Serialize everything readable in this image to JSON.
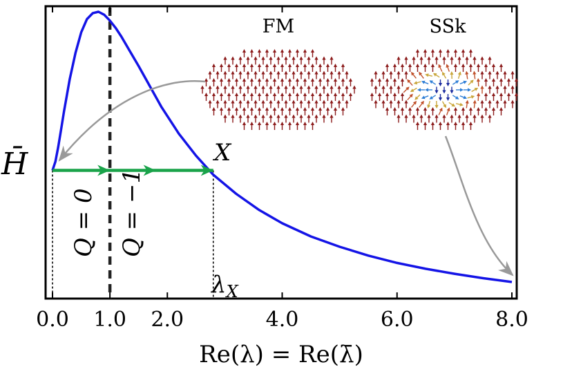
{
  "chart_data": {
    "type": "line",
    "title": "",
    "xlabel": "Re(λ) = Re(λ̄)",
    "ylabel": "H̄",
    "xlim": [
      -0.1,
      8.2
    ],
    "ylim": [
      0,
      1.0
    ],
    "xticks": [
      0.0,
      1.0,
      2.0,
      4.0,
      6.0,
      8.0
    ],
    "xtick_labels": [
      "0.0",
      "1.0",
      "2.0",
      "4.0",
      "6.0",
      "8.0"
    ],
    "grid": false,
    "legend": "none",
    "series": [
      {
        "color": "#1414e6",
        "x": [
          0.0,
          0.05,
          0.1,
          0.15,
          0.2,
          0.3,
          0.4,
          0.5,
          0.6,
          0.7,
          0.8,
          0.9,
          1.0,
          1.1,
          1.2,
          1.35,
          1.5,
          1.7,
          1.9,
          2.2,
          2.5,
          2.8,
          3.2,
          3.6,
          4.0,
          4.5,
          5.0,
          5.5,
          6.0,
          6.5,
          7.0,
          7.5,
          8.0
        ],
        "y": [
          0.46,
          0.49,
          0.54,
          0.6,
          0.66,
          0.77,
          0.86,
          0.93,
          0.975,
          0.995,
          1.0,
          0.99,
          0.97,
          0.945,
          0.915,
          0.865,
          0.815,
          0.745,
          0.675,
          0.585,
          0.51,
          0.445,
          0.38,
          0.325,
          0.28,
          0.235,
          0.2,
          0.17,
          0.145,
          0.125,
          0.108,
          0.093,
          0.08
        ]
      }
    ],
    "vertical_line": {
      "x": 1.0,
      "style": "dashed",
      "color": "#222222"
    },
    "dotted_lines": [
      0.0,
      2.8
    ],
    "arrow_line": {
      "x_start": 0.0,
      "x_end": 2.8,
      "y": 0.46,
      "color": "#1aa34a",
      "arrowheads": [
        1.0,
        1.8,
        2.8
      ]
    },
    "annotations": [
      {
        "text": "X",
        "x": 2.85,
        "y": 0.5
      },
      {
        "text": "λX",
        "x": 2.82,
        "y": 0.03
      },
      {
        "text": "Q = 0",
        "x": 0.55,
        "y": 0.3,
        "rotation": -90
      },
      {
        "text": "Q = −1",
        "x": 1.4,
        "y": 0.3,
        "rotation": -90
      }
    ],
    "insets": [
      {
        "title": "FM"
      },
      {
        "title": "SSk"
      }
    ]
  }
}
